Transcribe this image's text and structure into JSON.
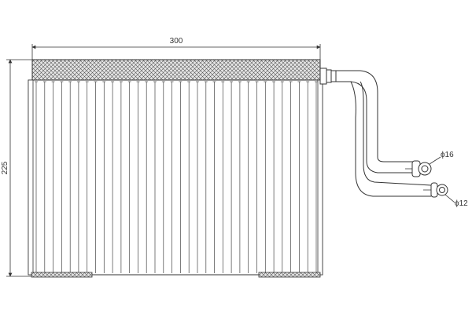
{
  "diagram": {
    "dimensions": {
      "width_label": "300",
      "height_label": "225"
    },
    "pipes": {
      "upper_diameter_label": "ϕ16",
      "lower_diameter_label": "ϕ12"
    },
    "colors": {
      "line": "#333333",
      "background": "#ffffff",
      "header_fill": "#d8d8d8"
    },
    "core": {
      "tube_count": 34
    }
  }
}
